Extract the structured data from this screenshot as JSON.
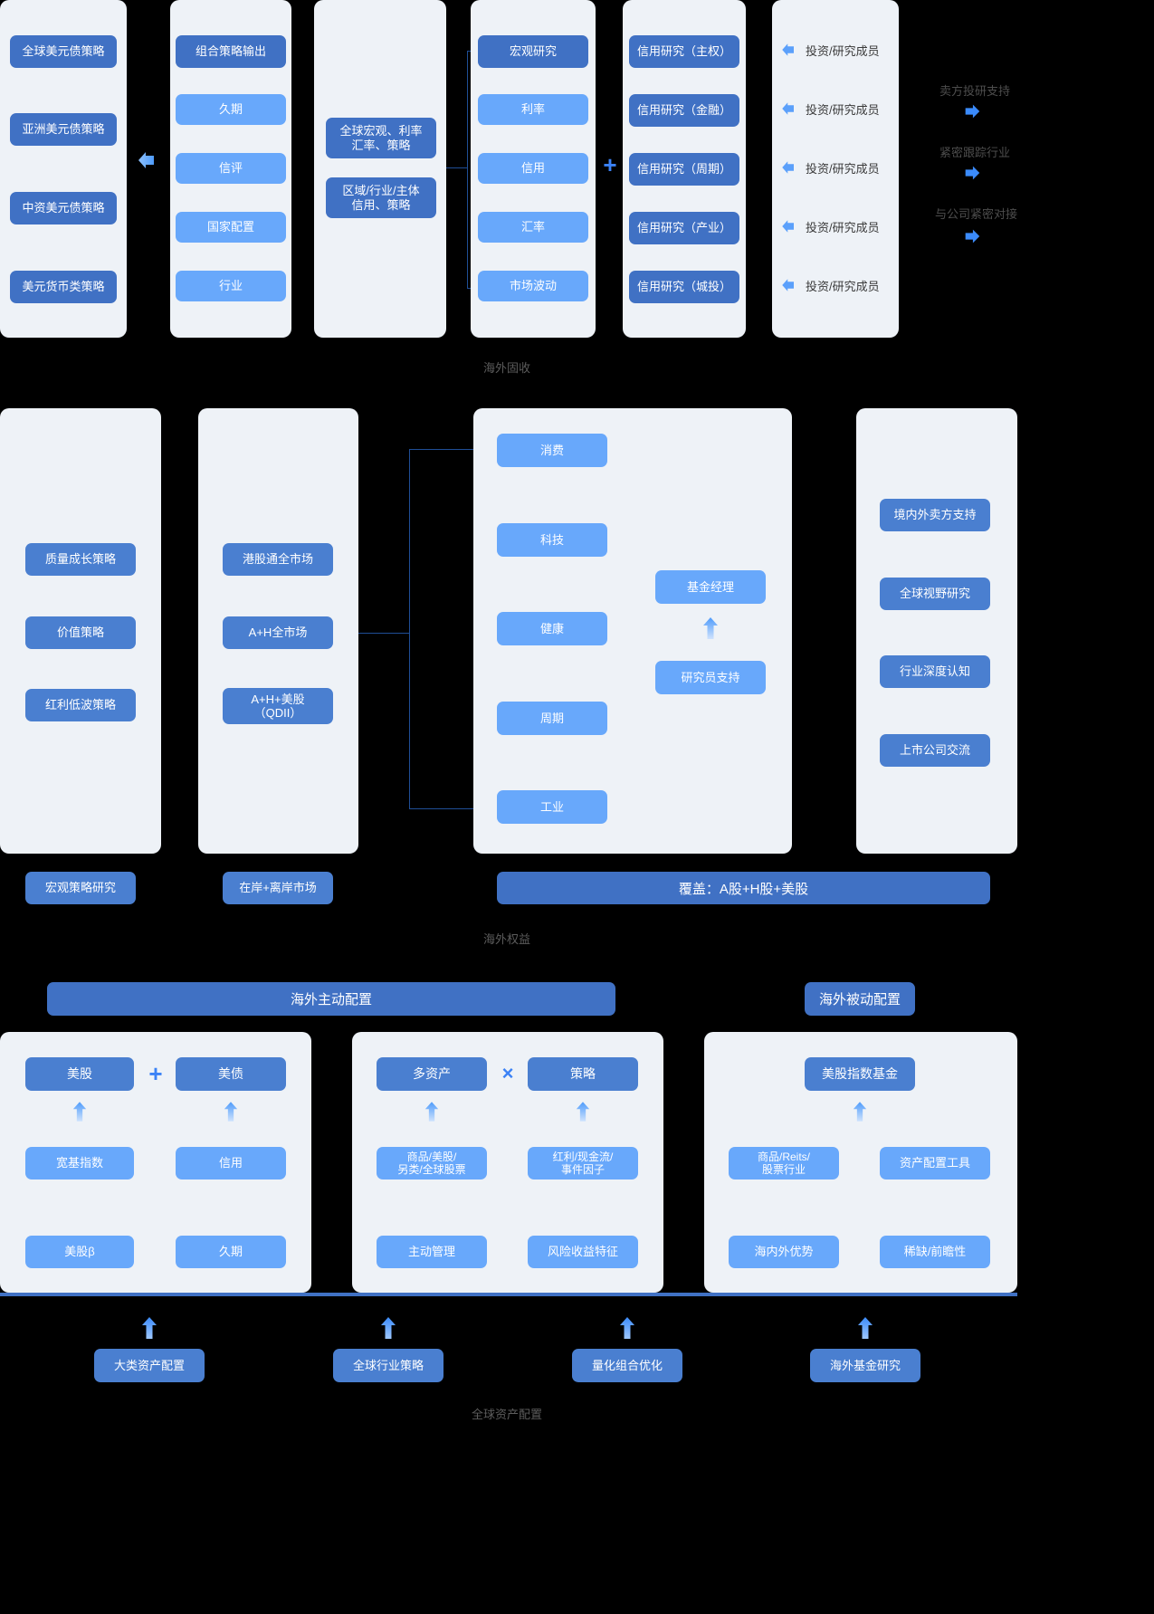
{
  "sections": {
    "fixed_income": {
      "caption": "海外固收",
      "strategies_panel": {
        "items": [
          "全球美元债策略",
          "亚洲美元债策略",
          "中资美元债策略",
          "美元货币类策略"
        ]
      },
      "portfolio_panel": {
        "header": "组合策略输出",
        "items": [
          "久期",
          "信评",
          "国家配置",
          "行业"
        ]
      },
      "research_inputs_panel": {
        "items": [
          "全球宏观、利率\n汇率、策略",
          "区域/行业/主体\n信用、策略"
        ]
      },
      "macro_panel": {
        "header": "宏观研究",
        "items": [
          "利率",
          "信用",
          "汇率",
          "市场波动"
        ]
      },
      "credit_panel": {
        "items": [
          "信用研究（主权）",
          "信用研究（金融）",
          "信用研究（周期）",
          "信用研究（产业）",
          "信用研究（城投）"
        ]
      },
      "team_panel": {
        "items": [
          "投资/研究成员",
          "投资/研究成员",
          "投资/研究成员",
          "投资/研究成员",
          "投资/研究成员"
        ]
      },
      "support_labels": [
        "卖方投研支持",
        "紧密跟踪行业",
        "与公司紧密对接"
      ],
      "operator_plus": "+"
    },
    "equity": {
      "caption": "海外权益",
      "style_panel": {
        "items": [
          "质量成长策略",
          "价值策略",
          "红利低波策略"
        ],
        "footer": "宏观策略研究"
      },
      "market_panel": {
        "items": [
          "港股通全市场",
          "A+H全市场",
          "A+H+美股\n（QDII）"
        ],
        "footer": "在岸+离岸市场"
      },
      "sector_panel": {
        "sectors": [
          "消费",
          "科技",
          "健康",
          "周期",
          "工业"
        ],
        "manager": "基金经理",
        "analyst_support": "研究员支持"
      },
      "support_panel": {
        "items": [
          "境内外卖方支持",
          "全球视野研究",
          "行业深度认知",
          "上市公司交流"
        ]
      },
      "coverage_banner": "覆盖：A股+H股+美股"
    },
    "allocation": {
      "caption": "全球资产配置",
      "active_banner": "海外主动配置",
      "passive_banner": "海外被动配置",
      "group_a": {
        "top": [
          "美股",
          "美债"
        ],
        "operator": "+",
        "middle": [
          "宽基指数",
          "信用"
        ],
        "bottom": [
          "美股β",
          "久期"
        ]
      },
      "group_b": {
        "top": [
          "多资产",
          "策略"
        ],
        "operator": "×",
        "middle": [
          "商品/美股/\n另类/全球股票",
          "红利/现金流/\n事件因子"
        ],
        "bottom": [
          "主动管理",
          "风险收益特征"
        ]
      },
      "group_c": {
        "top": [
          "美股指数基金"
        ],
        "middle": [
          "商品/Reits/\n股票行业",
          "资产配置工具"
        ],
        "bottom": [
          "海内外优势",
          "稀缺/前瞻性"
        ]
      },
      "footer_items": [
        "大类资产配置",
        "全球行业策略",
        "量化组合优化",
        "海外基金研究"
      ]
    }
  },
  "colors": {
    "panel_bg": "#eef2f7",
    "chip_dark": "#4071c4",
    "chip_light": "#68a8fb",
    "accent": "#3b82f6",
    "connector": "#1f4e96",
    "caption": "#5c5c5c",
    "page_bg": "#000000"
  }
}
